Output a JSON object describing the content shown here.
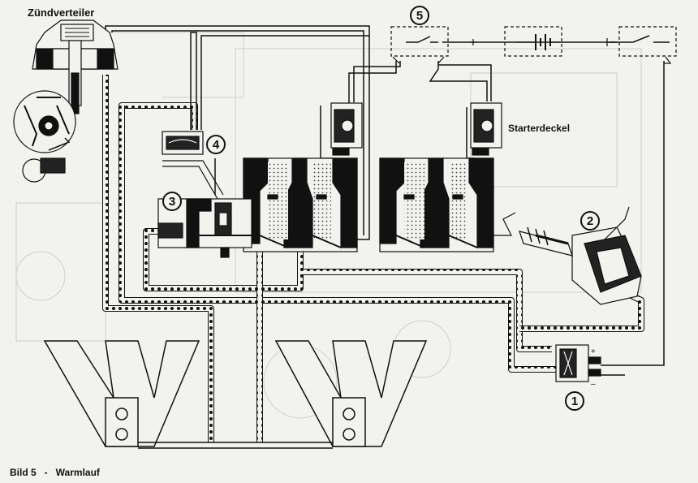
{
  "labels": {
    "distributor": "Zündverteiler",
    "choke_cover": "Starterdeckel"
  },
  "numbers": {
    "n1": "1",
    "n2": "2",
    "n3": "3",
    "n4": "4",
    "n5": "5"
  },
  "caption": {
    "figure": "Bild 5",
    "dash": "-",
    "title": "Warmlauf"
  },
  "colors": {
    "ink": "#111111",
    "paper": "#f2f2ef",
    "ghost": "#c9c9c4"
  }
}
